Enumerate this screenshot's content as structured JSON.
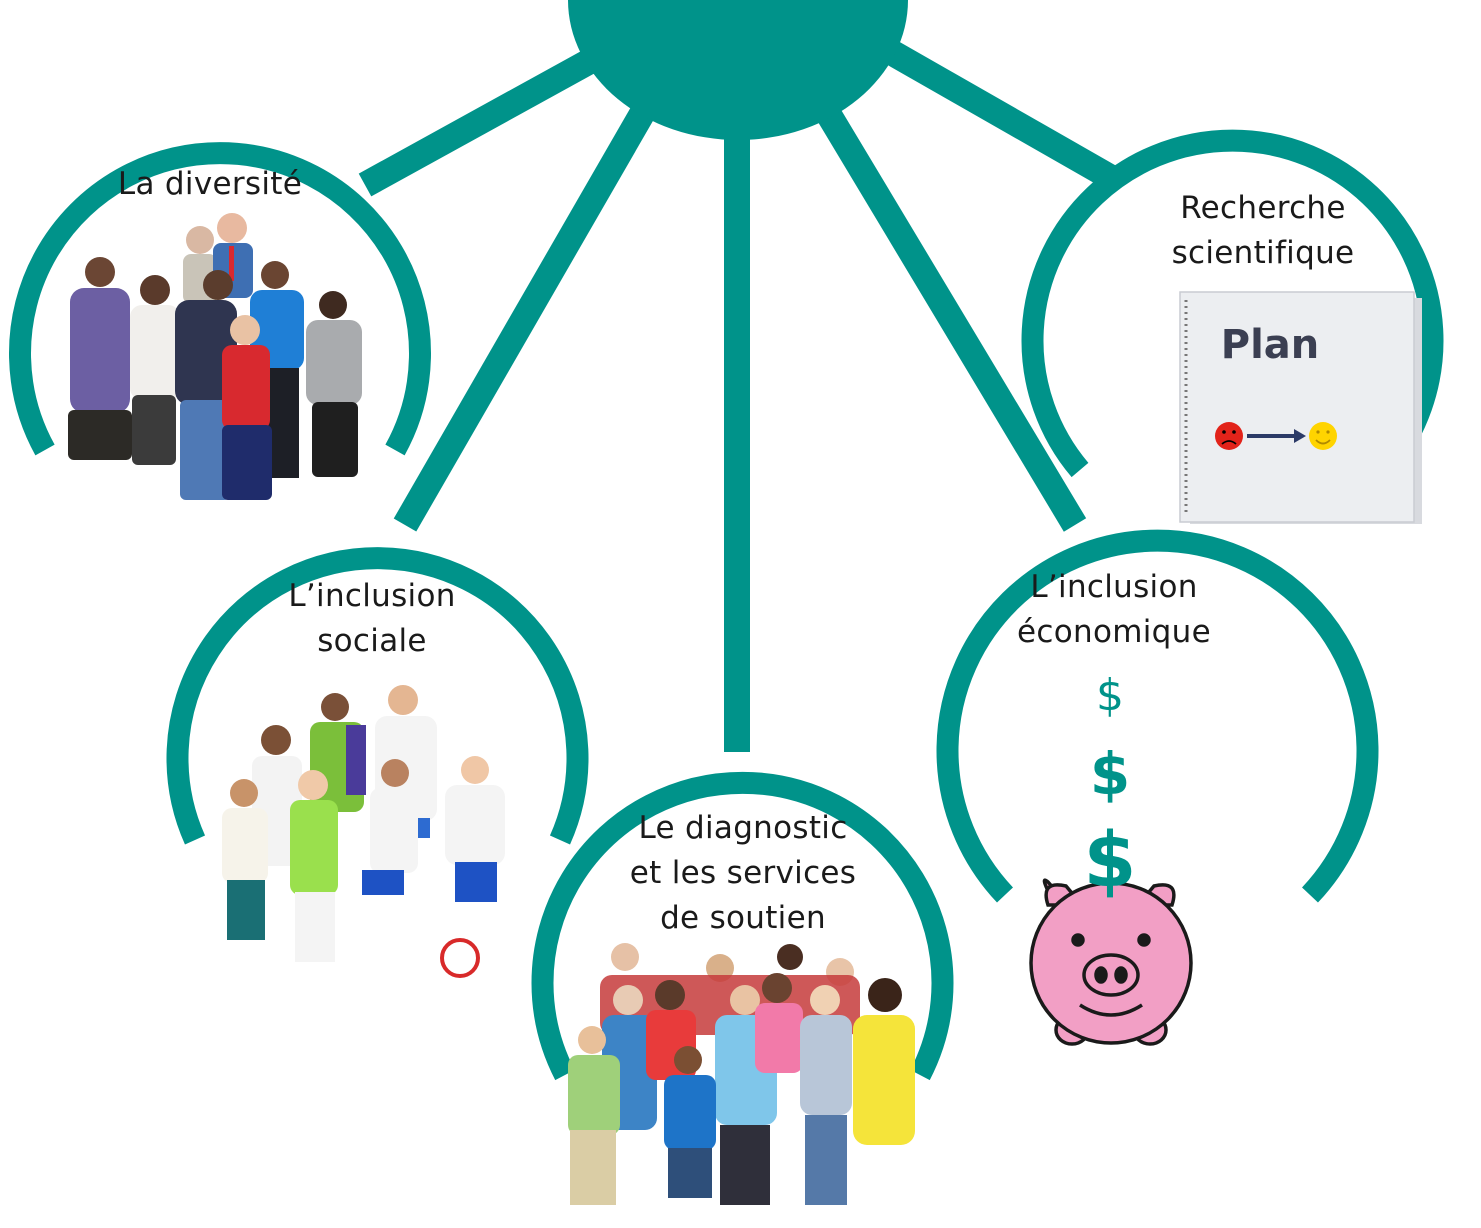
{
  "colors": {
    "accent": "#00938a",
    "pig": "#f29fc5",
    "pig_outline": "#1a1a1a",
    "sad": "#e2231a",
    "happy": "#ffd400",
    "arrow": "#2b3a67"
  },
  "hub": {
    "label": ""
  },
  "nodes": [
    {
      "id": "diversity",
      "lines": [
        "La diversité"
      ],
      "picture": "group-of-diverse-adults-photo"
    },
    {
      "id": "social",
      "lines": [
        "L’inclusion",
        "sociale"
      ],
      "picture": "children-and-adults-sports-team-photo"
    },
    {
      "id": "diagnosis",
      "lines": [
        "Le diagnostic",
        "et les services",
        "de soutien"
      ],
      "picture": "crowd-of-people-of-all-ages-photo"
    },
    {
      "id": "economic",
      "lines": [
        "L’inclusion",
        "économique"
      ],
      "picture": "piggy-bank-with-dollar-signs-icon"
    },
    {
      "id": "research",
      "lines": [
        "Recherche",
        "scientifique"
      ],
      "picture": "spiral-notebook-plan-icon"
    }
  ],
  "notebook": {
    "title": "Plan"
  },
  "dollars": [
    "$",
    "$",
    "$"
  ]
}
